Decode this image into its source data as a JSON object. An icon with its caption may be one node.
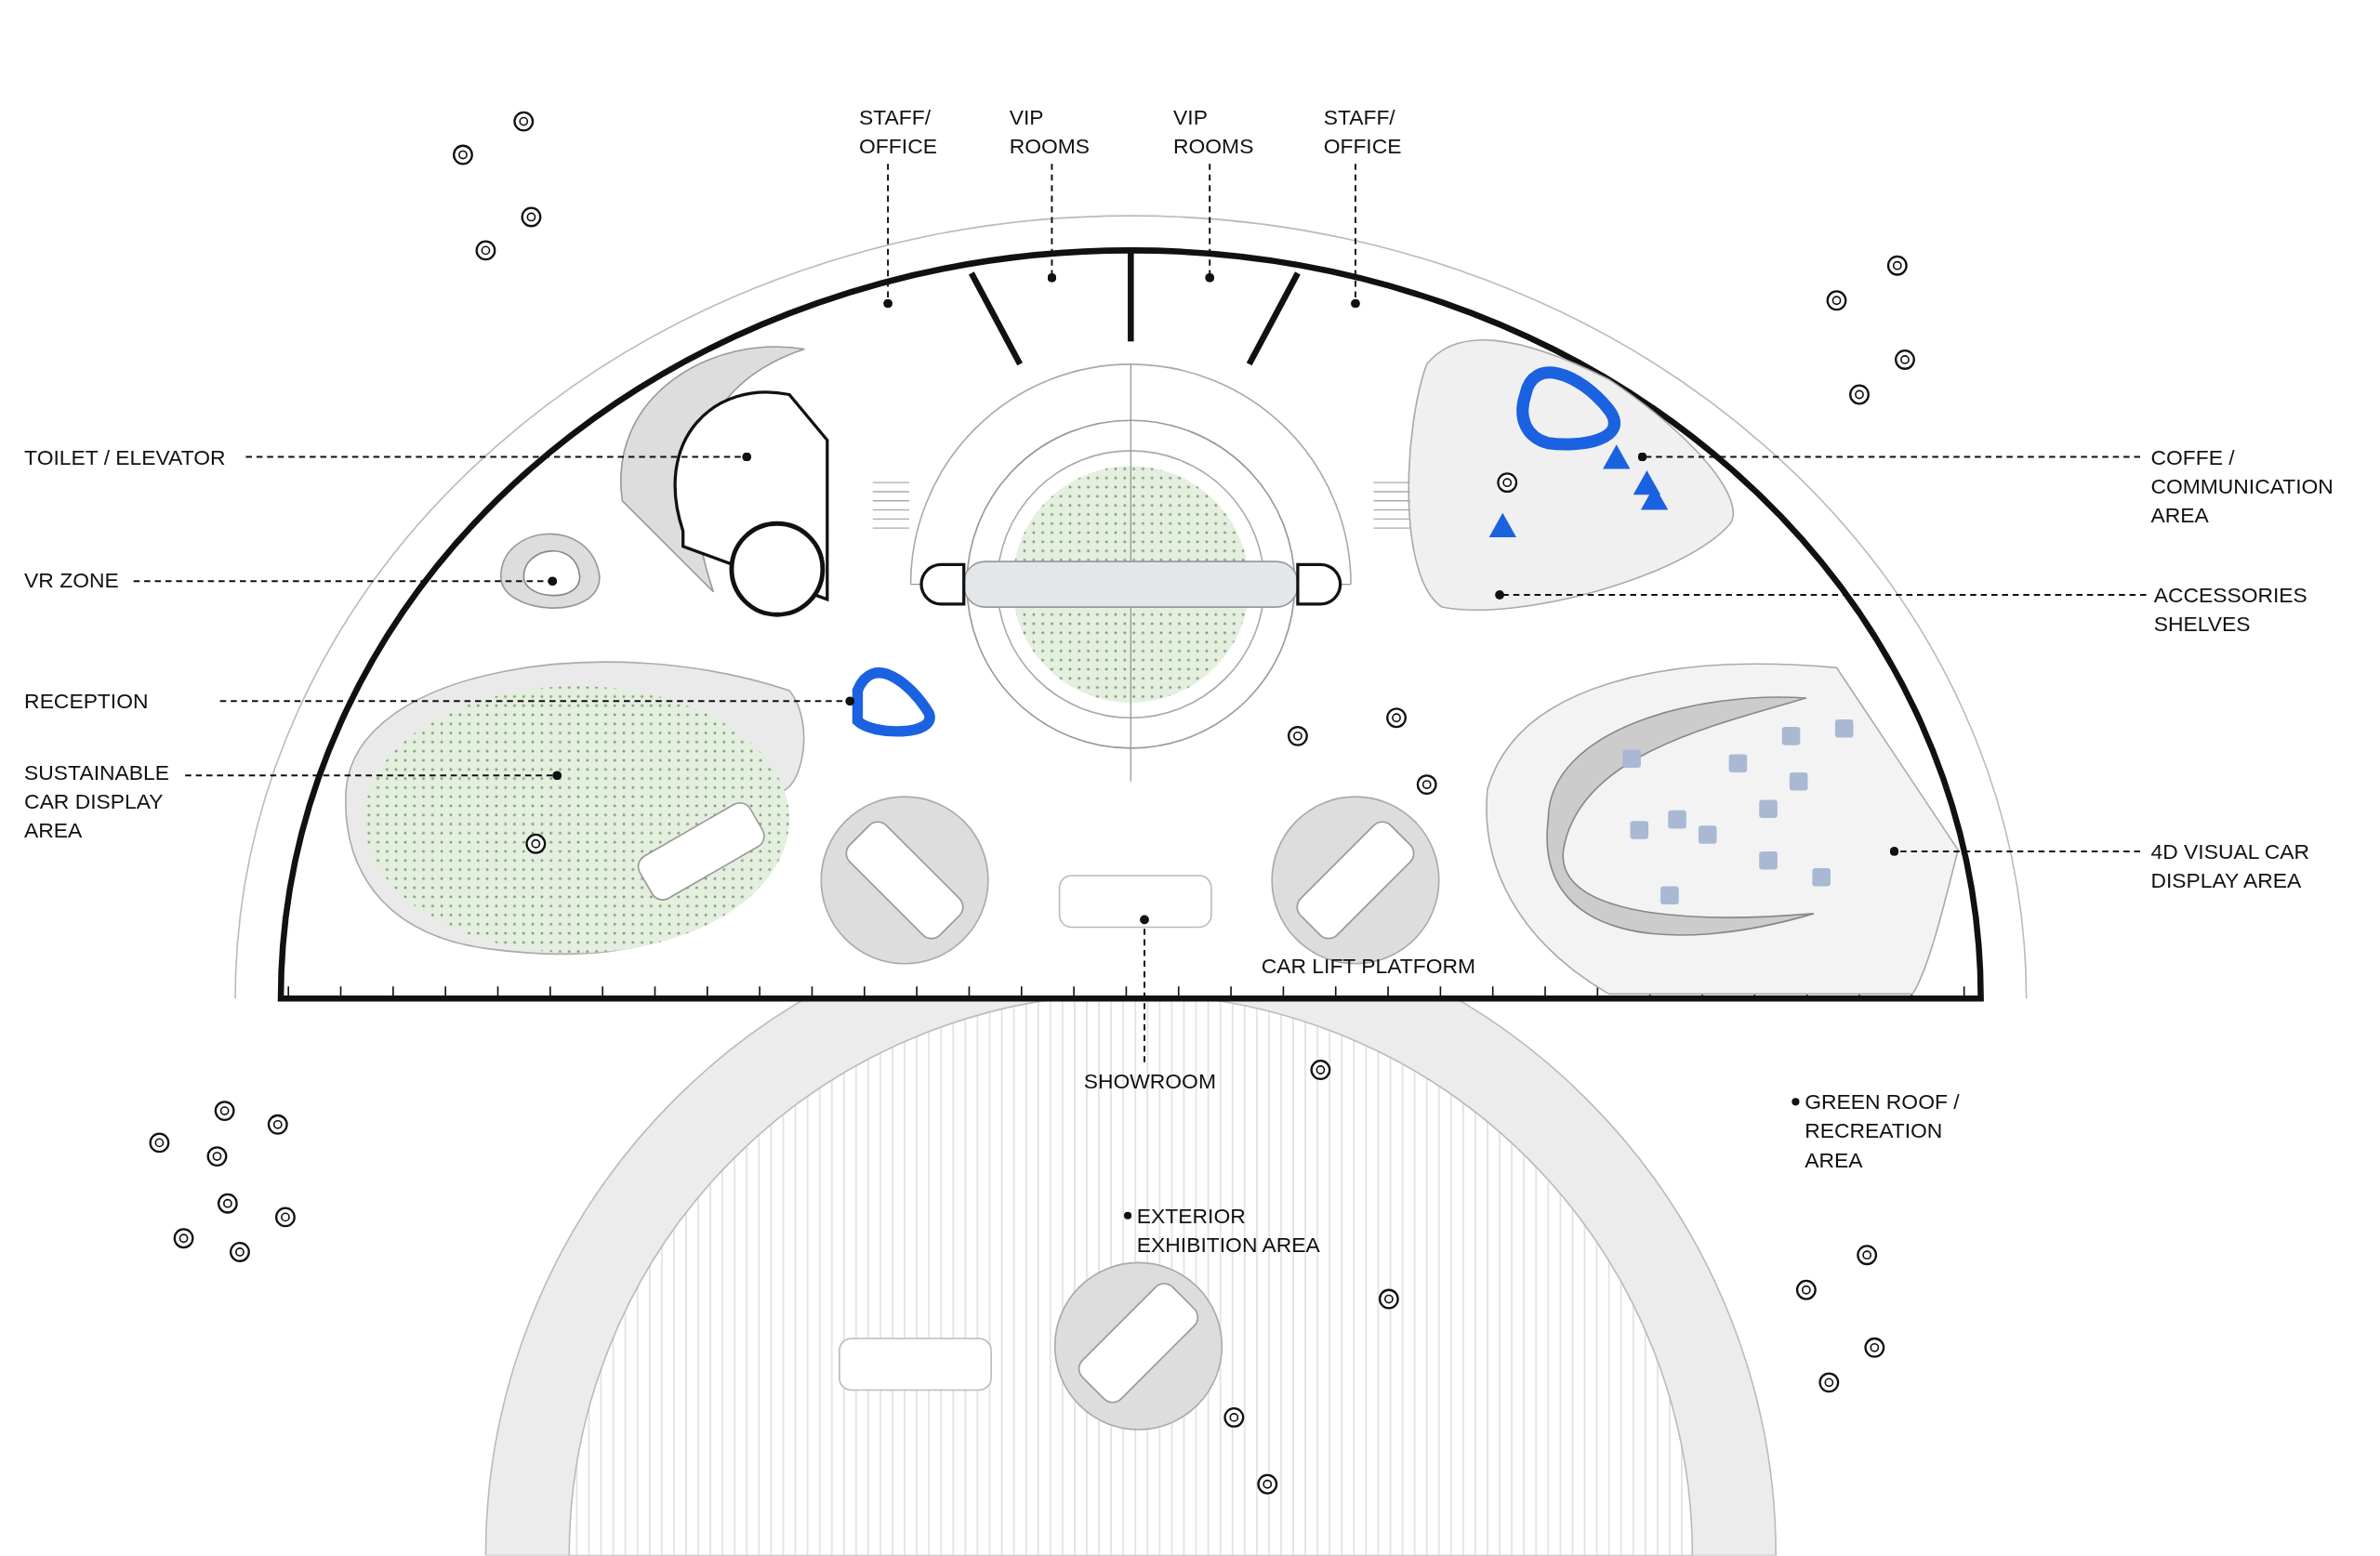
{
  "diagram": {
    "nodes": [
      {
        "text": [
          "STAFF/ OFFICE"
        ]
      },
      {
        "text": [
          "VIP ROOMS"
        ]
      },
      {
        "text": [
          "VIP ROOMS"
        ]
      },
      {
        "text": [
          "STAFF/ OFFICE"
        ]
      },
      {
        "text": [
          "TOILET / ELEVATOR"
        ]
      },
      {
        "text": [
          "VR ZONE"
        ]
      },
      {
        "text": [
          "RECEPTION"
        ]
      },
      {
        "text": [
          "SUSTAINABLE CAR DISPLAY AREA"
        ]
      },
      {
        "text": [
          "COFFE / COMMUNICATION AREA"
        ]
      },
      {
        "text": [
          "ACCESSORIES SHELVES"
        ]
      },
      {
        "text": [
          "4D VISUAL CAR DISPLAY AREA"
        ]
      },
      {
        "text": [
          "SHOWROOM"
        ]
      }
    ],
    "edges": [
      {
        "from": 0,
        "to": null,
        "arrow": "other",
        "style": "dashed"
      },
      {
        "from": 1,
        "to": null,
        "arrow": "other",
        "style": "dashed"
      },
      {
        "from": 2,
        "to": null,
        "arrow": "other",
        "style": "dashed"
      },
      {
        "from": 3,
        "to": null,
        "arrow": "other",
        "style": "dashed"
      },
      {
        "from": 4,
        "to": null,
        "arrow": "other",
        "style": "dashed"
      },
      {
        "from": 5,
        "to": null,
        "arrow": "other",
        "style": "dashed"
      },
      {
        "from": 6,
        "to": null,
        "arrow": "other",
        "style": "dashed"
      },
      {
        "from": 7,
        "to": null,
        "arrow": "other",
        "style": "dashed"
      },
      {
        "from": 8,
        "to": null,
        "arrow": "other",
        "style": "dashed"
      },
      {
        "from": 9,
        "to": null,
        "arrow": "other",
        "style": "dashed"
      },
      {
        "from": 10,
        "to": null,
        "arrow": "other",
        "style": "dashed"
      },
      {
        "from": 11,
        "to": null,
        "arrow": "other",
        "style": "dashed"
      }
    ],
    "labels": [
      "CAR LIFT PLATFORM",
      "GREEN ROOF / RECREATION AREA",
      "EXTERIOR EXHIBITION AREA"
    ]
  }
}
